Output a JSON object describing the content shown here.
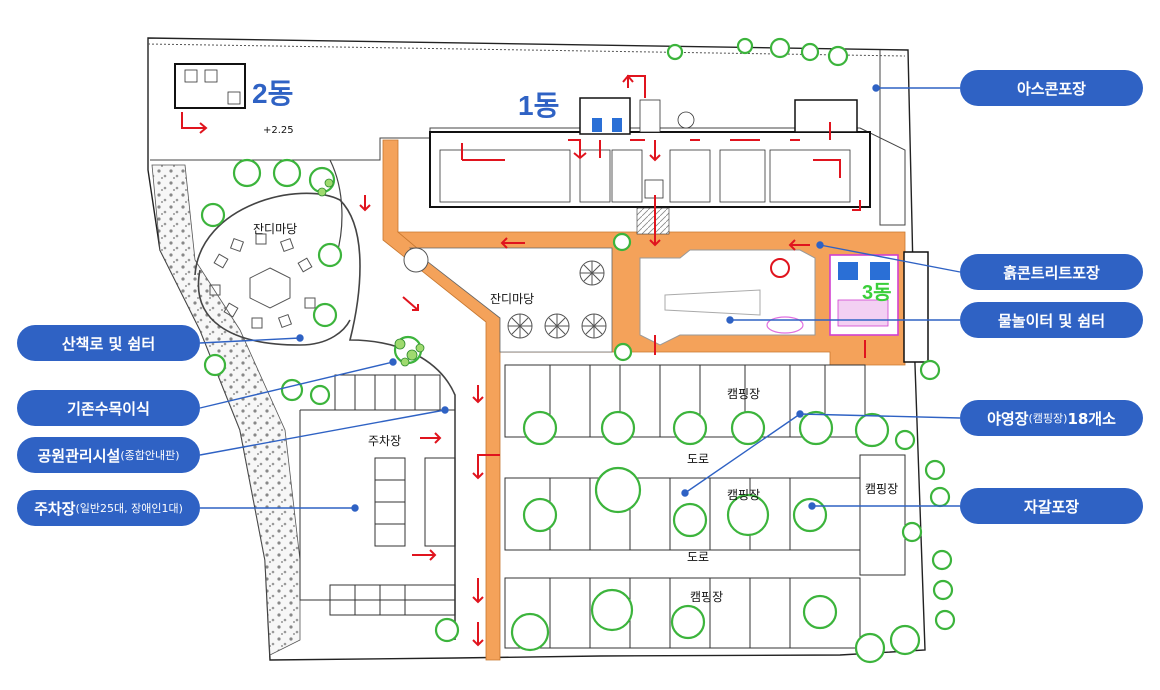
{
  "buildings": {
    "b1": "1동",
    "b2": "2동",
    "b3": "3동"
  },
  "places": {
    "lawn_left": "잔디마당",
    "lawn_center": "잔디마당",
    "parking": "주차장",
    "road_1": "도로",
    "road_2": "도로",
    "camp_1": "캠핑장",
    "camp_2": "캠핑장",
    "camp_3": "캠핑장",
    "camp_4": "캠핑장",
    "elevation": "+2.25"
  },
  "labels": {
    "asphalt": "아스콘포장",
    "soil_concrete": "흙콘트리트포장",
    "water_play": "물놀이터 및 쉼터",
    "campsite": "야영장",
    "campsite_sub": "(캠핑장)",
    "campsite_count": "18개소",
    "gravel": "자갈포장",
    "trail": "산책로 및 쉼터",
    "transplant": "기존수목이식",
    "facility": "공원관리시설",
    "facility_sub": "(종합안내판)",
    "parking": "주차장",
    "parking_sub": "(일반25대, 장애인1대)"
  },
  "colors": {
    "label_bg": "#2f62c4",
    "paving_orange": "#f4a25a",
    "tree_green": "#3cb43c",
    "arrow_red": "#e0141e"
  }
}
